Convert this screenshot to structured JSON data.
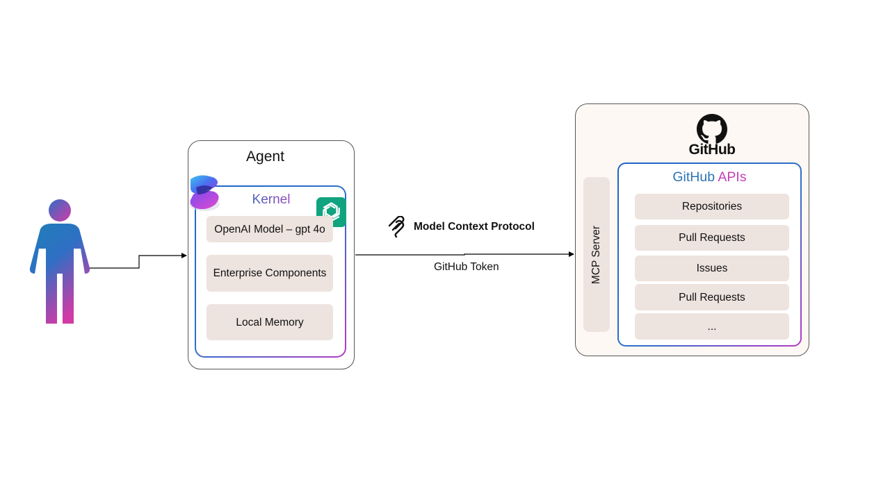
{
  "agent": {
    "title": "Agent"
  },
  "kernel": {
    "title": "Kernel",
    "components": [
      {
        "label": "OpenAI Model – gpt 4o"
      },
      {
        "label": "Enterprise Components"
      },
      {
        "label": "Local Memory"
      }
    ]
  },
  "connection": {
    "protocol_label": "Model Context Protocol",
    "token_label": "GitHub Token"
  },
  "github": {
    "logo_text": "GitHub",
    "mcp_label": "MCP Server",
    "apis_title_part1": "GitHub ",
    "apis_title_part2": "APIs",
    "apis": [
      {
        "label": "Repositories"
      },
      {
        "label": "Pull Requests"
      },
      {
        "label": "Issues"
      },
      {
        "label": "Pull Requests"
      },
      {
        "label": "..."
      }
    ]
  },
  "colors": {
    "component_fill": "#ede3df",
    "github_panel_fill": "#fdf8f4",
    "gradient_blue": "#1e64c8",
    "gradient_magenta": "#b33bc6"
  },
  "icons": [
    "person-icon",
    "semantic-kernel-logo-icon",
    "openai-logo-icon",
    "mcp-logo-icon",
    "github-logo-icon"
  ]
}
